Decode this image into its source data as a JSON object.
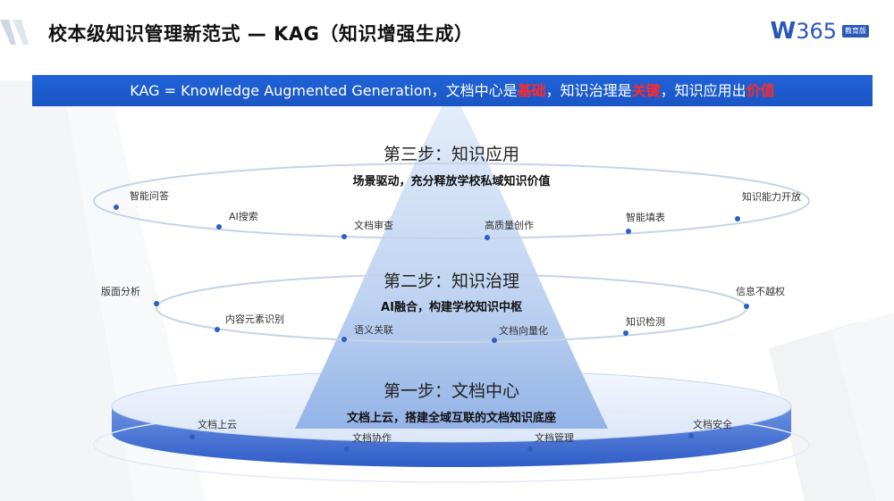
{
  "header": {
    "title": "校本级知识管理新范式 — KAG（知识增强生成）",
    "logo": {
      "mark": "W",
      "number": "365",
      "badge": "教育版"
    }
  },
  "banner": {
    "prefix": "KAG = Knowledge Augmented Generation，文档中心是",
    "w1": "基础",
    "mid1": "，知识治理是",
    "w2": "关键",
    "mid2": "，知识应用出",
    "w3": "价值"
  },
  "levels": [
    {
      "title": "第三步：知识应用",
      "subtitle": "场景驱动，充分释放学校私域知识价值",
      "nodes": [
        "智能问答",
        "AI搜索",
        "文档审查",
        "高质量创作",
        "智能填表",
        "知识能力开放"
      ]
    },
    {
      "title": "第二步：知识治理",
      "subtitle": "AI融合，构建学校知识中枢",
      "nodes": [
        "版面分析",
        "内容元素识别",
        "语义关联",
        "文档向量化",
        "知识检测",
        "信息不越权"
      ]
    },
    {
      "title": "第一步：文档中心",
      "subtitle": "文档上云，搭建全域互联的文档知识底座",
      "nodes": [
        "文档上云",
        "文档协作",
        "文档管理",
        "文档安全"
      ]
    }
  ],
  "colors": {
    "banner_bg": "#1f63d8",
    "highlight_red": "#ff2a2a",
    "node_dot": "#2d5fc4",
    "arrow_top": "#cfe0f7",
    "base_disk": "#3f6fd6",
    "logo_blue": "#2a57b8"
  }
}
